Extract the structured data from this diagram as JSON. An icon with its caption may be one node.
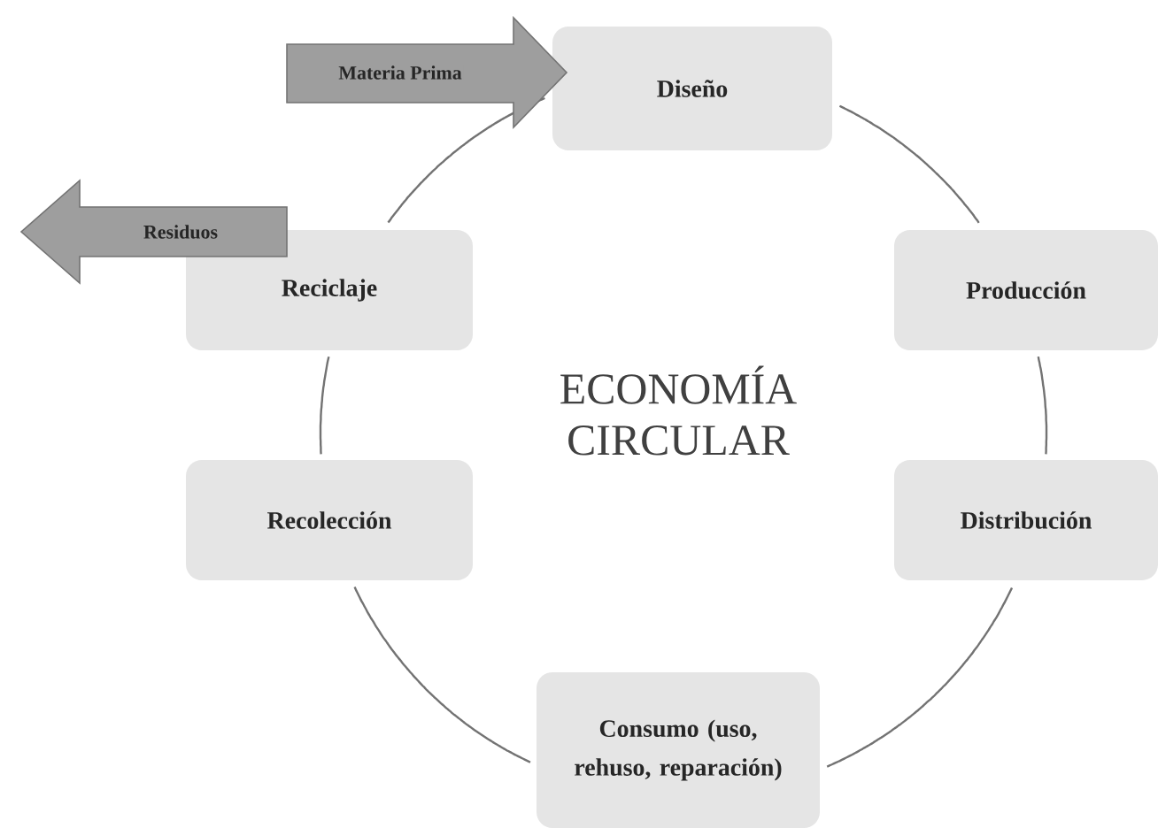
{
  "diagram": {
    "title": "ECONOMÍA CIRCULAR",
    "nodes": [
      {
        "text": [
          "Diseño"
        ]
      },
      {
        "text": [
          "Producción"
        ]
      },
      {
        "text": [
          "Distribución"
        ]
      },
      {
        "text": [
          "Consumo (uso, rehuso, reparación)"
        ]
      },
      {
        "text": [
          "Recolección"
        ]
      },
      {
        "text": [
          "Reciclaje"
        ]
      }
    ],
    "edges": [
      {
        "from": 0,
        "to": 1,
        "arrow": "none"
      },
      {
        "from": 1,
        "to": 2,
        "arrow": "none"
      },
      {
        "from": 2,
        "to": 3,
        "arrow": "none"
      },
      {
        "from": 3,
        "to": 4,
        "arrow": "none"
      },
      {
        "from": 4,
        "to": 5,
        "arrow": "none"
      },
      {
        "from": 5,
        "to": 0,
        "arrow": "none"
      },
      {
        "from": null,
        "to": 0,
        "arrow": "to",
        "label": "Materia Prima"
      },
      {
        "from": 5,
        "to": null,
        "arrow": "to",
        "label": "Residuos"
      }
    ]
  }
}
